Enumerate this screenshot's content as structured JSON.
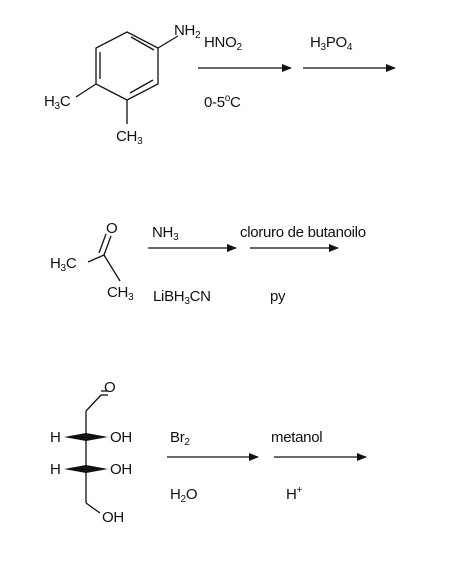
{
  "reaction1": {
    "substrate": {
      "amine_group": "NH",
      "amine_sub": "2",
      "methyl_a": "H",
      "methyl_a_sub": "3",
      "methyl_a_c": "C",
      "methyl_b": "CH",
      "methyl_b_sub": "3"
    },
    "step1": {
      "reagent_top": "HNO",
      "reagent_top_sub": "2",
      "reagent_bottom": "0-5",
      "reagent_bottom_sup": "o",
      "reagent_bottom_unit": "C"
    },
    "step2": {
      "reagent_a": "H",
      "reagent_a_sub1": "3",
      "reagent_b": "PO",
      "reagent_b_sub": "4"
    }
  },
  "reaction2": {
    "substrate": {
      "carbonyl_o": "O",
      "methyl_a": "H",
      "methyl_a_sub": "3",
      "methyl_a_c": "C",
      "methyl_b": "CH",
      "methyl_b_sub": "3"
    },
    "step1": {
      "reagent_top": "NH",
      "reagent_top_sub": "3",
      "reagent_bottom_a": "LiBH",
      "reagent_bottom_sub": "3",
      "reagent_bottom_b": "CN"
    },
    "step2": {
      "reagent_top": "cloruro de butanoilo",
      "reagent_bottom": "py"
    }
  },
  "reaction3": {
    "substrate": {
      "aldehyde_o": "O",
      "h1": "H",
      "oh1": "OH",
      "h2": "H",
      "oh2": "OH",
      "oh3": "OH"
    },
    "step1": {
      "reagent_top": "Br",
      "reagent_top_sub": "2",
      "reagent_bottom": "H",
      "reagent_bottom_sub": "2",
      "reagent_bottom_tail": "O"
    },
    "step2": {
      "reagent_top": "metanol",
      "reagent_bottom": "H",
      "reagent_bottom_sup": "+"
    }
  },
  "colors": {
    "ink": "#111111",
    "background": "#ffffff"
  }
}
